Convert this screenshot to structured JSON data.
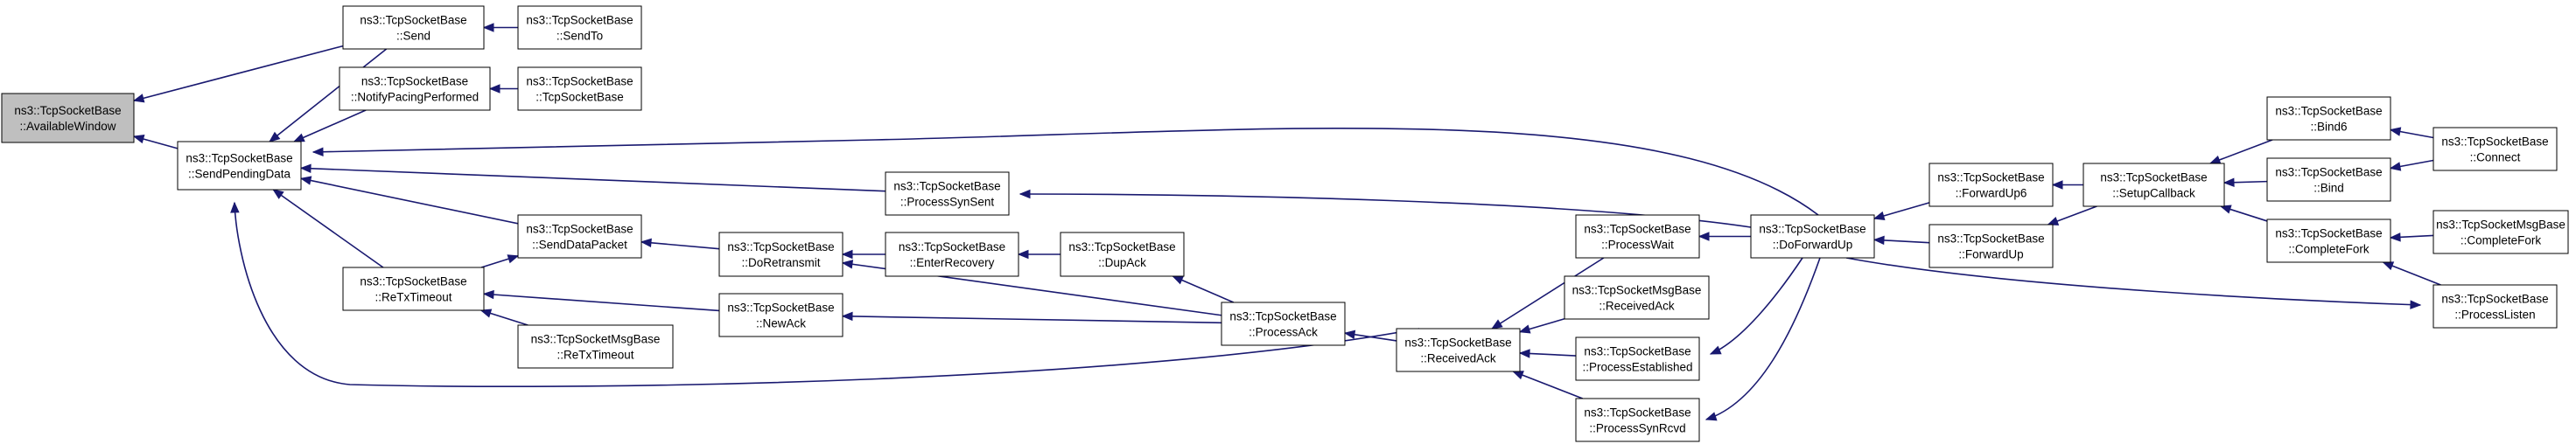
{
  "graph": {
    "nodes": [
      {
        "id": "n0",
        "line1": "ns3::TcpSocketBase",
        "line2": "::AvailableWindow",
        "root": true
      },
      {
        "id": "n1",
        "line1": "ns3::TcpSocketBase",
        "line2": "::Send"
      },
      {
        "id": "n2",
        "line1": "ns3::TcpSocketBase",
        "line2": "::SendPendingData"
      },
      {
        "id": "n3",
        "line1": "ns3::TcpSocketBase",
        "line2": "::SendTo"
      },
      {
        "id": "n4",
        "line1": "ns3::TcpSocketBase",
        "line2": "::NotifyPacingPerformed"
      },
      {
        "id": "n5",
        "line1": "ns3::TcpSocketBase",
        "line2": "::TcpSocketBase"
      },
      {
        "id": "n6",
        "line1": "ns3::TcpSocketBase",
        "line2": "::ProcessSynSent"
      },
      {
        "id": "n7",
        "line1": "ns3::TcpSocketBase",
        "line2": "::SendDataPacket"
      },
      {
        "id": "n8",
        "line1": "ns3::TcpSocketBase",
        "line2": "::ReTxTimeout"
      },
      {
        "id": "n9",
        "line1": "ns3::TcpSocketMsgBase",
        "line2": "::ReTxTimeout"
      },
      {
        "id": "n10",
        "line1": "ns3::TcpSocketBase",
        "line2": "::DoRetransmit"
      },
      {
        "id": "n11",
        "line1": "ns3::TcpSocketBase",
        "line2": "::NewAck"
      },
      {
        "id": "n12",
        "line1": "ns3::TcpSocketBase",
        "line2": "::EnterRecovery"
      },
      {
        "id": "n13",
        "line1": "ns3::TcpSocketBase",
        "line2": "::DupAck"
      },
      {
        "id": "n14",
        "line1": "ns3::TcpSocketBase",
        "line2": "::ProcessAck"
      },
      {
        "id": "n15",
        "line1": "ns3::TcpSocketBase",
        "line2": "::ReceivedAck"
      },
      {
        "id": "n16",
        "line1": "ns3::TcpSocketBase",
        "line2": "::ProcessWait"
      },
      {
        "id": "n17",
        "line1": "ns3::TcpSocketMsgBase",
        "line2": "::ReceivedAck"
      },
      {
        "id": "n18",
        "line1": "ns3::TcpSocketBase",
        "line2": "::ProcessEstablished"
      },
      {
        "id": "n19",
        "line1": "ns3::TcpSocketBase",
        "line2": "::ProcessSynRcvd"
      },
      {
        "id": "n20",
        "line1": "ns3::TcpSocketBase",
        "line2": "::DoForwardUp"
      },
      {
        "id": "n21",
        "line1": "ns3::TcpSocketBase",
        "line2": "::ForwardUp6"
      },
      {
        "id": "n22",
        "line1": "ns3::TcpSocketBase",
        "line2": "::ForwardUp"
      },
      {
        "id": "n23",
        "line1": "ns3::TcpSocketBase",
        "line2": "::SetupCallback"
      },
      {
        "id": "n24",
        "line1": "ns3::TcpSocketBase",
        "line2": "::Bind6"
      },
      {
        "id": "n25",
        "line1": "ns3::TcpSocketBase",
        "line2": "::Bind"
      },
      {
        "id": "n26",
        "line1": "ns3::TcpSocketBase",
        "line2": "::CompleteFork"
      },
      {
        "id": "n27",
        "line1": "ns3::TcpSocketBase",
        "line2": "::Connect"
      },
      {
        "id": "n28",
        "line1": "ns3::TcpSocketMsgBase",
        "line2": "::CompleteFork"
      },
      {
        "id": "n29",
        "line1": "ns3::TcpSocketBase",
        "line2": "::ProcessListen"
      }
    ],
    "edges": [
      {
        "from": "n1",
        "to": "n0"
      },
      {
        "from": "n2",
        "to": "n0"
      },
      {
        "from": "n3",
        "to": "n1"
      },
      {
        "from": "n1",
        "to": "n2"
      },
      {
        "from": "n4",
        "to": "n2"
      },
      {
        "from": "n5",
        "to": "n4"
      },
      {
        "from": "n6",
        "to": "n2"
      },
      {
        "from": "n20",
        "to": "n2"
      },
      {
        "from": "n7",
        "to": "n2"
      },
      {
        "from": "n8",
        "to": "n2"
      },
      {
        "from": "n15",
        "to": "n2"
      },
      {
        "from": "n8",
        "to": "n7"
      },
      {
        "from": "n10",
        "to": "n7"
      },
      {
        "from": "n9",
        "to": "n8"
      },
      {
        "from": "n11",
        "to": "n8"
      },
      {
        "from": "n12",
        "to": "n10"
      },
      {
        "from": "n14",
        "to": "n10"
      },
      {
        "from": "n13",
        "to": "n12"
      },
      {
        "from": "n14",
        "to": "n13"
      },
      {
        "from": "n14",
        "to": "n11"
      },
      {
        "from": "n15",
        "to": "n14"
      },
      {
        "from": "n16",
        "to": "n15"
      },
      {
        "from": "n17",
        "to": "n15"
      },
      {
        "from": "n18",
        "to": "n15"
      },
      {
        "from": "n19",
        "to": "n15"
      },
      {
        "from": "n20",
        "to": "n6"
      },
      {
        "from": "n20",
        "to": "n16"
      },
      {
        "from": "n20",
        "to": "n18"
      },
      {
        "from": "n20",
        "to": "n19"
      },
      {
        "from": "n21",
        "to": "n20"
      },
      {
        "from": "n22",
        "to": "n20"
      },
      {
        "from": "n23",
        "to": "n21"
      },
      {
        "from": "n23",
        "to": "n22"
      },
      {
        "from": "n24",
        "to": "n23"
      },
      {
        "from": "n25",
        "to": "n23"
      },
      {
        "from": "n26",
        "to": "n23"
      },
      {
        "from": "n27",
        "to": "n24"
      },
      {
        "from": "n27",
        "to": "n25"
      },
      {
        "from": "n28",
        "to": "n26"
      },
      {
        "from": "n29",
        "to": "n26"
      },
      {
        "from": "n20",
        "to": "n29"
      }
    ]
  }
}
